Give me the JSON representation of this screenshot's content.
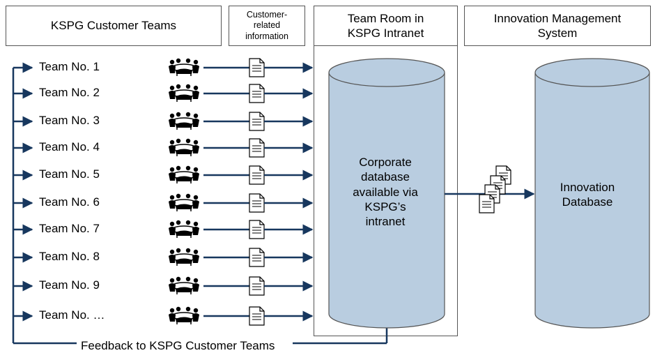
{
  "headers": {
    "teams": "KSPG Customer Teams",
    "info": "Customer-\nrelated\ninformation",
    "room": "Team Room in\nKSPG Intranet",
    "ims": "Innovation Management\nSystem"
  },
  "teams": [
    "Team No. 1",
    "Team No. 2",
    "Team No. 3",
    "Team No. 4",
    "Team No. 5",
    "Team No. 6",
    "Team No. 7",
    "Team No. 8",
    "Team No. 9",
    "Team No. …"
  ],
  "corporate_db": {
    "label": "Corporate\ndatabase\navailable via\nKSPG’s\nintranet"
  },
  "innovation_db": {
    "label": "Innovation\nDatabase"
  },
  "feedback": "Feedback to KSPG Customer Teams",
  "colors": {
    "line": "#17375e",
    "cylinder": "#b9cde0",
    "border": "#555555"
  }
}
